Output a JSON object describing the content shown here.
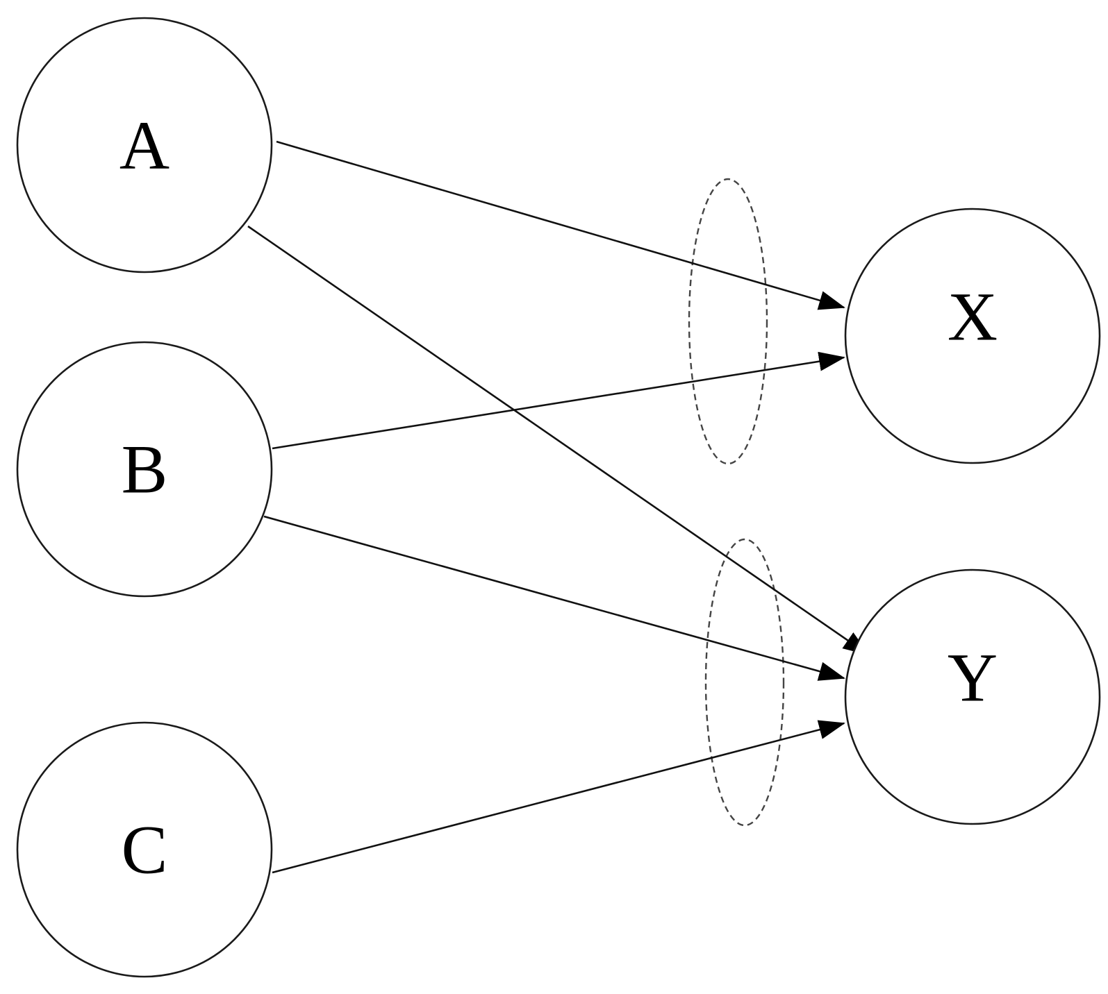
{
  "nodes": [
    {
      "id": "A",
      "label": "A"
    },
    {
      "id": "B",
      "label": "B"
    },
    {
      "id": "C",
      "label": "C"
    },
    {
      "id": "X",
      "label": "X"
    },
    {
      "id": "Y",
      "label": "Y"
    }
  ],
  "edges": [
    {
      "from": "A",
      "to": "X"
    },
    {
      "from": "B",
      "to": "X"
    },
    {
      "from": "A",
      "to": "Y"
    },
    {
      "from": "B",
      "to": "Y"
    },
    {
      "from": "C",
      "to": "Y"
    }
  ],
  "groups": [
    {
      "target": "X",
      "style": "dashed"
    },
    {
      "target": "Y",
      "style": "dashed"
    }
  ]
}
